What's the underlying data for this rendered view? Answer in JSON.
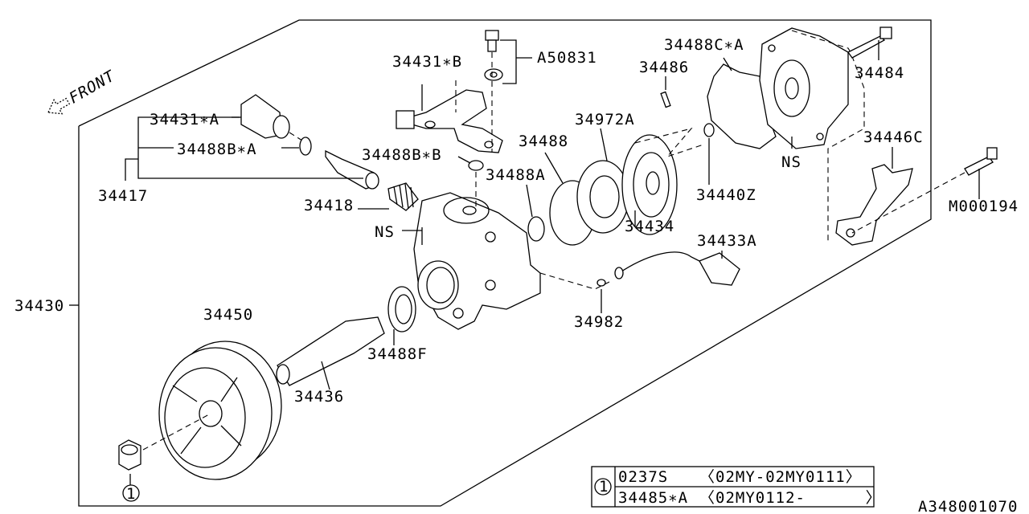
{
  "diagram": {
    "front_marker": "FRONT",
    "assembly_label": "34430",
    "code": "A348001070",
    "labels": {
      "p34431B": "34431∗B",
      "pA50831": "A50831",
      "p34488CA": "34488C∗A",
      "p34486": "34486",
      "p34484": "34484",
      "p34431A": "34431∗A",
      "p34488BA": "34488B∗A",
      "p34488BB": "34488B∗B",
      "p34488": "34488",
      "p34972A": "34972A",
      "p34446C": "34446C",
      "ns1": "NS",
      "p34488A": "34488A",
      "p34417": "34417",
      "p34440Z": "34440Z",
      "pM000194": "M000194",
      "p34418": "34418",
      "p34434": "34434",
      "ns2": "NS",
      "p34433A": "34433A",
      "p34450": "34450",
      "p34982": "34982",
      "p34488F": "34488F",
      "p34436": "34436",
      "ref1": "1"
    },
    "legend_table": {
      "ref": "1",
      "rows": [
        {
          "part": "0237S",
          "range": "〈02MY-02MY0111〉"
        },
        {
          "part": "34485∗A",
          "range": "〈02MY0112-      〉"
        }
      ]
    }
  }
}
